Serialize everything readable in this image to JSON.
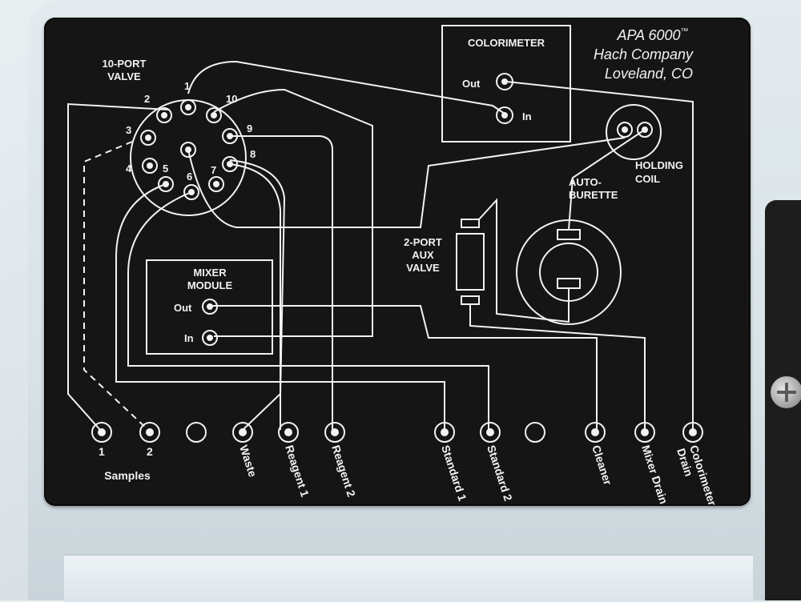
{
  "brand": {
    "model": "APA 6000",
    "tm": "™",
    "company": "Hach Company",
    "location": "Loveland, CO"
  },
  "ten_port_valve": {
    "title_line1": "10-PORT",
    "title_line2": "VALVE",
    "port_numbers": [
      "1",
      "2",
      "3",
      "4",
      "5",
      "6",
      "7",
      "8",
      "9",
      "10"
    ]
  },
  "colorimeter": {
    "title": "COLORIMETER",
    "out": "Out",
    "in": "In"
  },
  "holding_coil": {
    "line1": "HOLDING",
    "line2": "COIL"
  },
  "auto_burette": {
    "line1": "AUTO-",
    "line2": "BURETTE"
  },
  "aux_valve": {
    "line1": "2-PORT",
    "line2": "AUX",
    "line3": "VALVE"
  },
  "mixer_module": {
    "line1": "MIXER",
    "line2": "MODULE",
    "out": "Out",
    "in": "In"
  },
  "bottom_ports": {
    "sample1": "1",
    "sample2": "2",
    "samples_group": "Samples",
    "waste": "Waste",
    "reagent1": "Reagent 1",
    "reagent2": "Reagent 2",
    "standard1": "Standard 1",
    "standard2": "Standard 2",
    "cleaner": "Cleaner",
    "mixer_drain": "Mixer Drain",
    "colorimeter_drain_1": "Colorimeter",
    "colorimeter_drain_2": "Drain"
  },
  "colors": {
    "panel": "#151515",
    "lines": "#f2f2f2",
    "housing": "#dce5ea"
  }
}
